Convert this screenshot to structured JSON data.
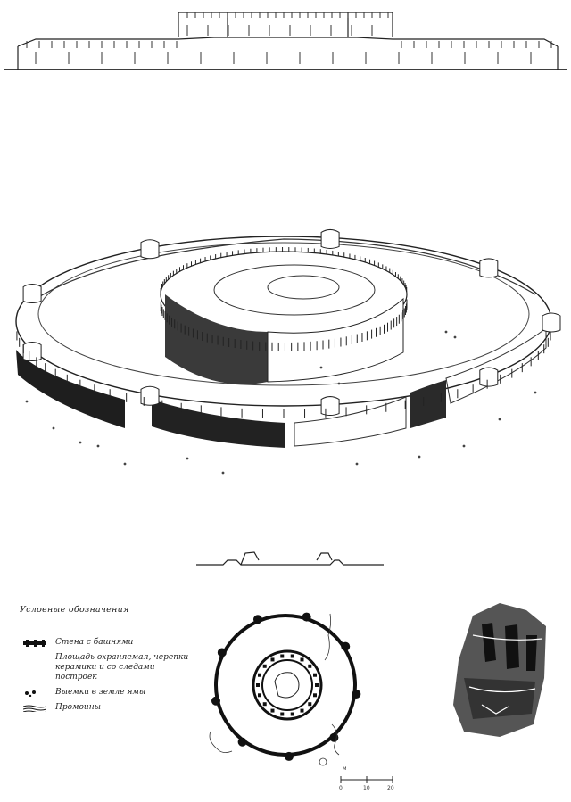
{
  "legend": {
    "title": "Условные обозначения",
    "items": [
      {
        "symbol": "wall-with-towers",
        "label": "Стена с башнями"
      },
      {
        "symbol": "hatched-area",
        "label": "Площадь охраняемая, черепки керамики и со следами построек"
      },
      {
        "symbol": "dots",
        "label": "Выемки в земле ямы"
      },
      {
        "symbol": "depressions",
        "label": "Промоины"
      }
    ]
  },
  "scale": {
    "unit": "м",
    "ticks": [
      "0",
      "10",
      "20"
    ]
  }
}
